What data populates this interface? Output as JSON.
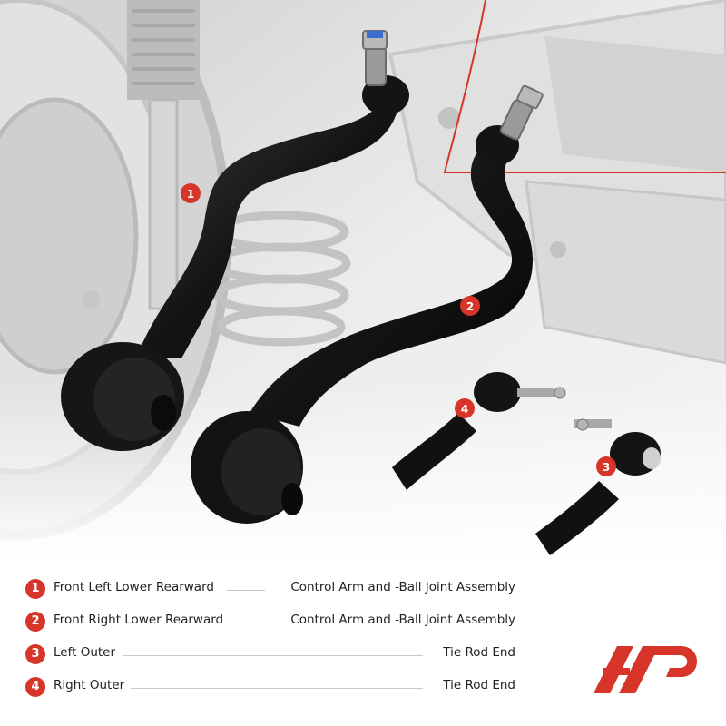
{
  "callouts": [
    "1",
    "2",
    "3",
    "4"
  ],
  "items": [
    {
      "num": "1",
      "name": "Front Left Lower Rearward",
      "part": "Control Arm and -Ball Joint Assembly"
    },
    {
      "num": "2",
      "name": "Front Right Lower Rearward",
      "part": "Control Arm and -Ball Joint Assembly"
    },
    {
      "num": "3",
      "name": "Left Outer",
      "part": "Tie Rod End"
    },
    {
      "num": "4",
      "name": "Right Outer",
      "part": "Tie Rod End"
    }
  ],
  "colors": {
    "accent": "#d8352a",
    "part_black": "#111111",
    "photo_gray": "#e6e6e6"
  },
  "icons": [
    "brand-logo-icon"
  ]
}
